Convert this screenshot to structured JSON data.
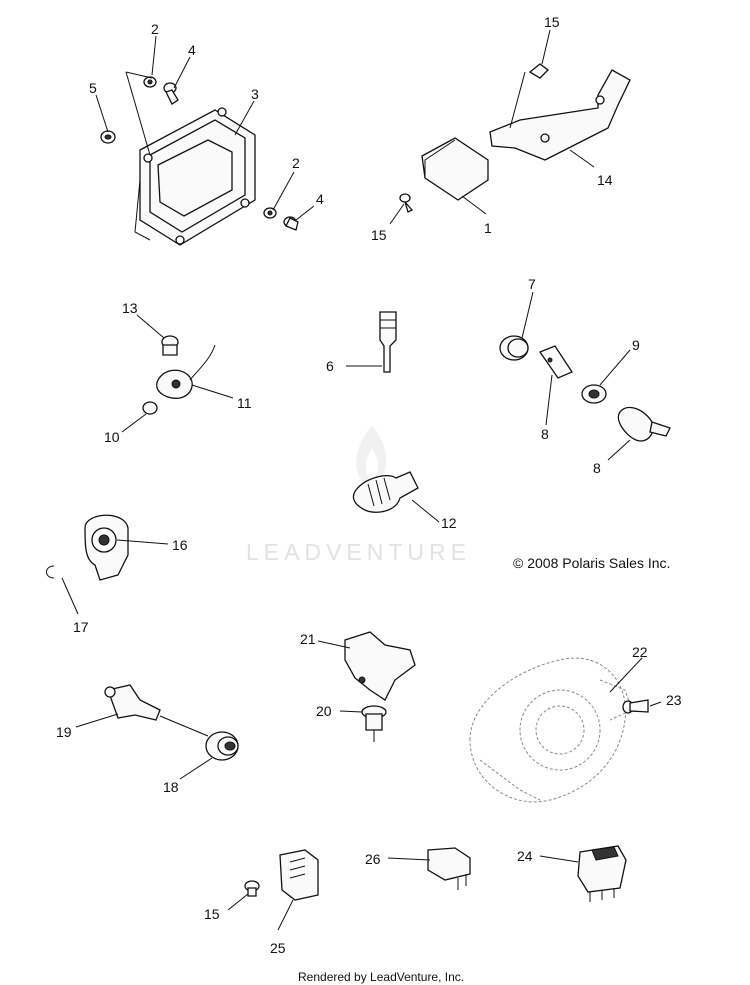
{
  "watermark": "LEADVENTURE",
  "copyright": "© 2008 Polaris Sales Inc.",
  "footer": "Rendered by LeadVenture, Inc.",
  "callouts": [
    "2",
    "4",
    "3",
    "5",
    "2",
    "4",
    "15",
    "14",
    "15",
    "1",
    "13",
    "6",
    "7",
    "11",
    "9",
    "10",
    "8",
    "8",
    "12",
    "16",
    "17",
    "21",
    "22",
    "23",
    "20",
    "19",
    "18",
    "26",
    "24",
    "15",
    "25"
  ]
}
